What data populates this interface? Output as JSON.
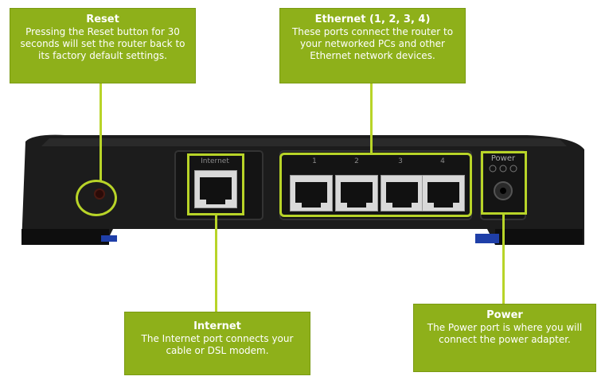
{
  "callouts": {
    "reset": {
      "title": "Reset",
      "body": "Pressing the Reset button for 30 seconds will set the router back to its factory default settings."
    },
    "ethernet": {
      "title": "Ethernet (1, 2, 3, 4)",
      "body": "These ports connect the router to your networked PCs and other Ethernet network devices."
    },
    "internet": {
      "title": "Internet",
      "body": "The Internet port connects your cable or DSL modem."
    },
    "power": {
      "title": "Power",
      "body": "The Power port is where you will connect the power adapter."
    }
  },
  "router": {
    "internet_label": "Internet",
    "ethernet_numbers": [
      "1",
      "2",
      "3",
      "4"
    ],
    "power_label": "Power"
  },
  "colors": {
    "callout_bg": "#8eb01a",
    "highlight": "#b8d428",
    "router_body": "#1a1a1a",
    "accent_blue": "#1f3fa8"
  }
}
